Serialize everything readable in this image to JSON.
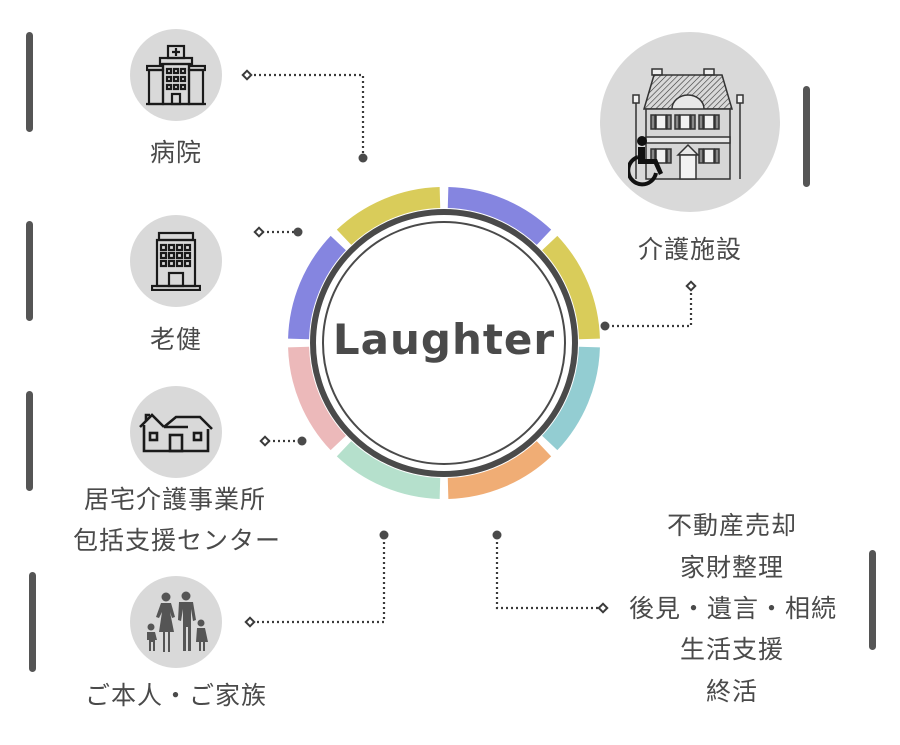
{
  "center": {
    "label": "Laughter"
  },
  "ring": {
    "segments": [
      {
        "name": "segment-1",
        "color": "#8585e0"
      },
      {
        "name": "segment-2",
        "color": "#d9cc5a"
      },
      {
        "name": "segment-3",
        "color": "#93cdd2"
      },
      {
        "name": "segment-4",
        "color": "#f0ad75"
      },
      {
        "name": "segment-5",
        "color": "#b5e0cc"
      },
      {
        "name": "segment-6",
        "color": "#ecb9ba"
      },
      {
        "name": "segment-7",
        "color": "#8585e0"
      },
      {
        "name": "segment-8",
        "color": "#d9cc5a"
      }
    ]
  },
  "nodes": {
    "hospital": {
      "label": "病院",
      "icon": "hospital-icon"
    },
    "geriatric": {
      "label": "老健",
      "icon": "office-building-icon"
    },
    "care_office": {
      "label_line1": "居宅介護事業所",
      "label_line2": "包括支援センター",
      "icon": "house-icon"
    },
    "family": {
      "label": "ご本人・ご家族",
      "icon": "family-icon"
    },
    "care_facility": {
      "label": "介護施設",
      "icon": "care-facility-icon"
    },
    "services": {
      "items": [
        "不動産売却",
        "家財整理",
        "後見・遺言・相続",
        "生活支援",
        "終活"
      ]
    }
  },
  "colors": {
    "text": "#4a4a4a",
    "bar": "#555555",
    "icon_bg": "#d9d9d9",
    "connector": "#3a3a3a"
  }
}
